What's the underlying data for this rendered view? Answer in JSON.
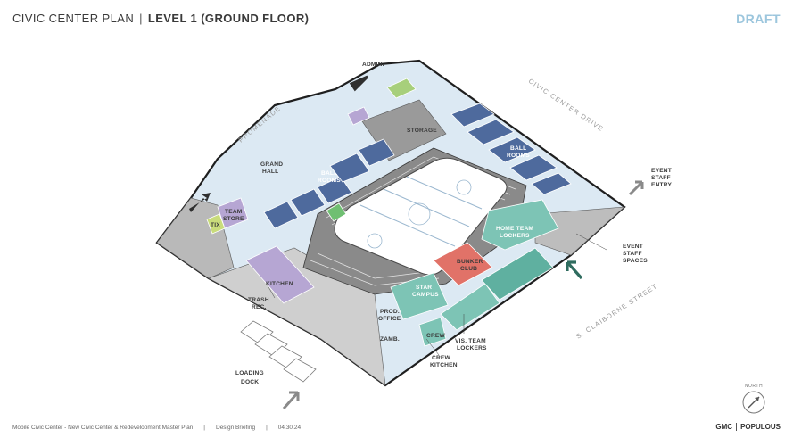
{
  "header": {
    "title": "CIVIC CENTER PLAN",
    "separator": "|",
    "subtitle": "LEVEL 1 (GROUND FLOOR)",
    "status": "DRAFT"
  },
  "labels": {
    "admin": "ADMIN.",
    "promenade": "PROMENADE",
    "civic_center_drive": "CIVIC CENTER DRIVE",
    "storage": "STORAGE",
    "ballrooms_right": [
      "BALL",
      "ROOMS"
    ],
    "ballrooms_left": [
      "BALL",
      "ROOMS"
    ],
    "grand_hall": [
      "GRAND",
      "HALL"
    ],
    "team_store": [
      "TEAM",
      "STORE"
    ],
    "tix": "TIX",
    "event_staff_entry": [
      "EVENT",
      "STAFF",
      "ENTRY"
    ],
    "event_staff_spaces": [
      "EVENT",
      "STAFF",
      "SPACES"
    ],
    "home_team_lockers": [
      "HOME TEAM",
      "LOCKERS"
    ],
    "bunker_club": [
      "BUNKER",
      "CLUB"
    ],
    "kitchen": "KITCHEN",
    "trash_rec": [
      "TRASH",
      "REC."
    ],
    "star_campus": [
      "STAR",
      "CAMPUS"
    ],
    "prod_office": [
      "PROD.",
      "OFFICE"
    ],
    "zamb": "ZAMB.",
    "crew": "CREW",
    "vis_team_lockers": [
      "VIS. TEAM",
      "LOCKERS"
    ],
    "crew_kitchen": [
      "CREW",
      "KITCHEN"
    ],
    "loading_dock": [
      "LOADING",
      "DOCK"
    ],
    "s_claiborne_street": "S. CLAIBORNE STREET"
  },
  "compass": {
    "label": "NORTH"
  },
  "footer": {
    "project": "Mobile Civic Center - New Civic Center & Redevelopment Master Plan",
    "divider": "|",
    "phase": "Design Briefing",
    "date": "04.30.24"
  },
  "logos": {
    "gmc": "GMC",
    "populous": "POPULOUS"
  },
  "colors": {
    "concourse": "#dce9f3",
    "ballroom": "#4e6a9d",
    "lockers": "#7dc4b5",
    "lockers_dark": "#3f9b8a",
    "club": "#e17268",
    "kitchen": "#b6a6d3",
    "green": "#a7cf7b",
    "seating": "#8a8a8a",
    "arrow": "#8a8a8a",
    "arrow_dark": "#2f2f2f",
    "arrow_teal": "#2f6c5f",
    "draft": "#9cc6dd"
  }
}
